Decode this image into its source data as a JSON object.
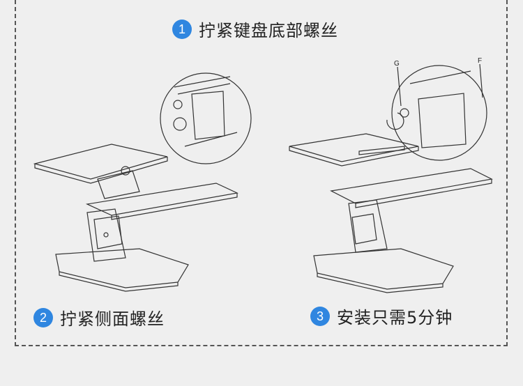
{
  "steps": [
    {
      "number": "1",
      "text": "拧紧键盘底部螺丝"
    },
    {
      "number": "2",
      "text": "拧紧侧面螺丝"
    },
    {
      "number": "3",
      "text": "安装只需5分钟"
    }
  ],
  "callouts": {
    "g": "G",
    "f": "F"
  },
  "colors": {
    "accent": "#2f86e0",
    "background": "#efefef",
    "dash": "#555555"
  }
}
